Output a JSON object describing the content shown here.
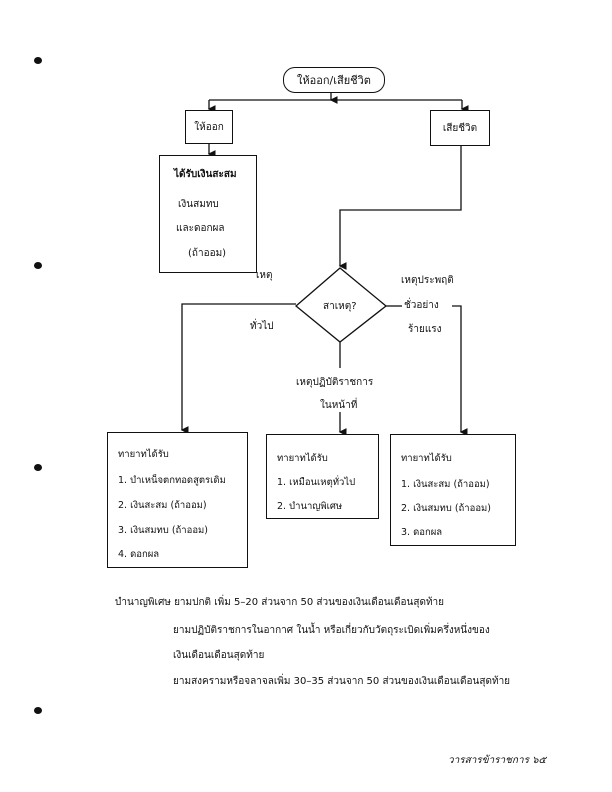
{
  "flowchart": {
    "start": "ให้ออก/เสียชีวิต",
    "dismissed": "ให้ออก",
    "deceased": "เสียชีวิต",
    "dismissed_result": [
      "ได้รับเงินสะสม",
      "เงินสมทบ",
      "และดอกผล",
      "(ถ้าออม)"
    ],
    "decision": "สาเหตุ?",
    "branch_general": [
      "เหตุ",
      "ทั่วไป"
    ],
    "branch_misconduct": [
      "เหตุประพฤติ",
      "ชั่วอย่าง",
      "ร้ายแรง"
    ],
    "branch_duty": [
      "เหตุปฏิบัติราชการ",
      "ในหน้าที่"
    ],
    "general_box": {
      "title": "ทายาทได้รับ",
      "items": [
        "1. บำเหน็จตกทอดสูตรเดิม",
        "2. เงินสะสม (ถ้าออม)",
        "3. เงินสมทบ (ถ้าออม)",
        "4. ดอกผล"
      ]
    },
    "duty_box": {
      "title": "ทายาทได้รับ",
      "items": [
        "1. เหมือนเหตุทั่วไป",
        "2. บำนาญพิเศษ"
      ]
    },
    "misconduct_box": {
      "title": "ทายาทได้รับ",
      "items": [
        "1. เงินสะสม (ถ้าออม)",
        "2. เงินสมทบ (ถ้าออม)",
        "3. ดอกผล"
      ]
    }
  },
  "notes": {
    "line1": "บำนาญพิเศษ ยามปกติ เพิ่ม 5–20 ส่วนจาก 50 ส่วนของเงินเดือนเดือนสุดท้าย",
    "line2": "ยามปฏิบัติราชการในอากาศ ในน้ำ หรือเกี่ยวกับวัตถุระเบิดเพิ่มครึ่งหนึ่งของ",
    "line3": "เงินเดือนเดือนสุดท้าย",
    "line4": "ยามสงครามหรือจลาจลเพิ่ม 30–35 ส่วนจาก 50 ส่วนของเงินเดือนเดือนสุดท้าย"
  },
  "footer": "วารสารข้าราชการ ๖๕"
}
